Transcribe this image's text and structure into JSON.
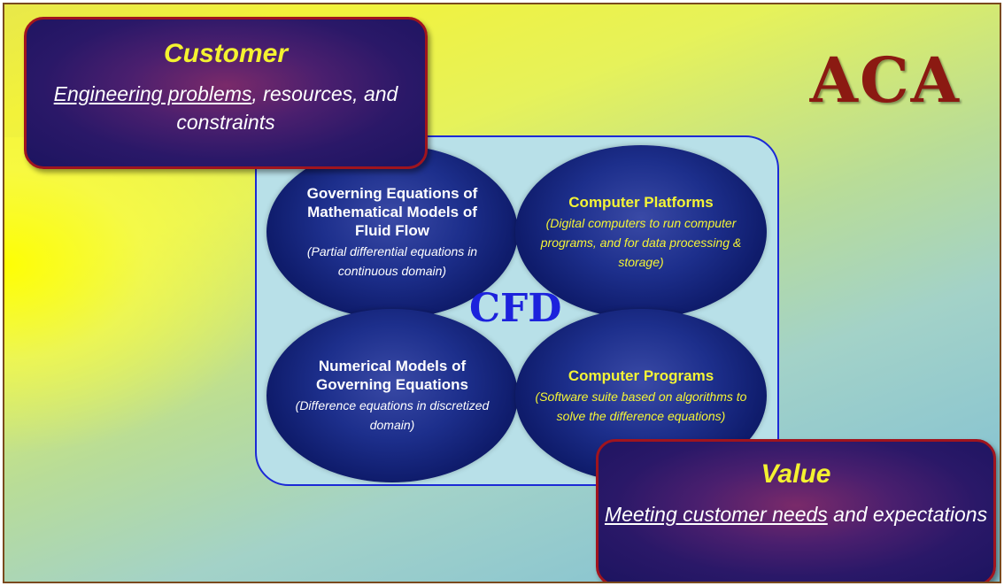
{
  "logo": {
    "text": "ACA"
  },
  "center_label": "CFD",
  "quadrants": [
    {
      "heading": "Governing Equations of Mathematical Models of Fluid Flow",
      "detail": "(Partial differential equations in continuous domain)"
    },
    {
      "heading": "Computer Platforms",
      "detail": "(Digital computers to run computer programs, and for data processing & storage)"
    },
    {
      "heading": "Numerical Models of Governing Equations",
      "detail": "(Difference equations in discretized domain)"
    },
    {
      "heading": "Computer Programs",
      "detail": "(Software suite based on algorithms to solve the difference equations)"
    }
  ],
  "customer": {
    "title": "Customer",
    "underlined": "Engineering problems",
    "rest": ", resources, and constraints"
  },
  "value": {
    "title": "Value",
    "underlined": "Meeting customer needs",
    "rest": " and expectations"
  },
  "colors": {
    "ellipse": "#1d2f8c",
    "callout_border": "#a0141e",
    "cfd_label": "#1c22dc",
    "highlight_text": "#f4f436",
    "logo": "#8b1a12"
  }
}
